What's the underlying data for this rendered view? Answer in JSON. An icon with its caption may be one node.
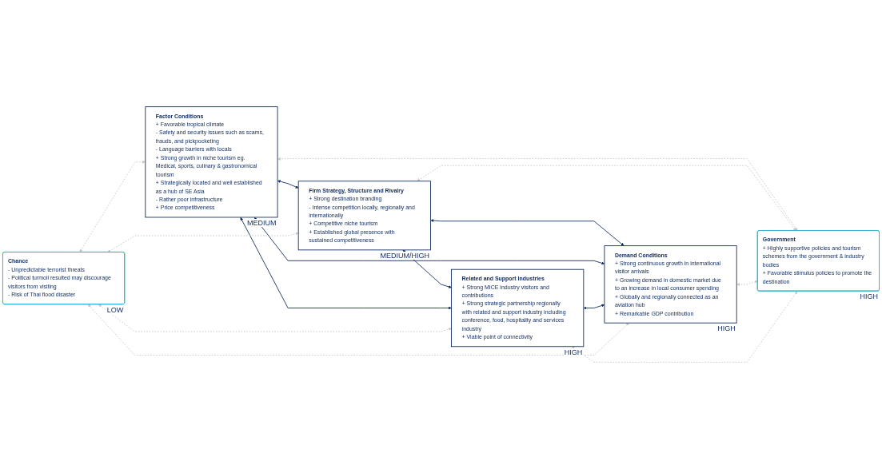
{
  "diagram": {
    "nodes": [
      {
        "text": [
          "Chance",
          "- Unpredictable terrorist threats",
          "- Political turmoil resulted may discourage visitors from visiting",
          "- Risk of Thai flood disaster"
        ],
        "beside": [
          "LOW"
        ]
      },
      {
        "text": [
          "Firm Strategy, Structure and Rivalry",
          "+ Strong destination branding",
          "- Intense competition locally, regionally and internationally",
          "+ Competitive niche tourism",
          "+ Established global presence with sustained competitiveness"
        ],
        "beside": [
          "MEDIUM/HIGH"
        ]
      },
      {
        "text": [
          "Factor Conditions",
          "+ Favorable tropical climate",
          "- Safety and security issues such as scams, frauds, and pickpocketing",
          "- Language barriers with locals",
          "+ Strong growth in niche tourism eg. Medical, sports, culinary & gastronomical tourism",
          "+ Strategically located and well established as a hub of SE Asia",
          "- Rather poor infrastructure",
          "+ Price competitiveness"
        ],
        "beside": [
          "MEDIUM"
        ]
      },
      {
        "text": [
          "Demand Conditions",
          "+ Strong continuous growth in international visitor arrivals",
          "+ Growing demand in domestic market due to an increase in local consumer spending",
          "+ Globally and regionally connected as an aviation hub",
          "+ Remarkable GDP contribution"
        ],
        "beside": [
          "HIGH"
        ]
      },
      {
        "text": [
          "Related and Support Industries",
          "+ Strong MICE industry visitors and contributions",
          "+ Strong strategic partnership regionally with related and support industry including conference, food, hospitality and services industry",
          "+ Viable point of connectivity"
        ],
        "beside": [
          "HIGH"
        ]
      },
      {
        "text": [
          "Government",
          "+ Highly supportive policies and tourism schemes from the government & industry bodies",
          "+ Favorable stimulus policies to promote the destination"
        ],
        "beside": [
          "HIGH"
        ]
      }
    ],
    "edges": [
      {
        "from": 2,
        "to": 1,
        "arrow": "both",
        "color": "#0d2a5c"
      },
      {
        "from": 1,
        "to": 3,
        "arrow": "both",
        "color": "#0d2a5c"
      },
      {
        "from": 2,
        "to": 3,
        "arrow": "both",
        "color": "#0d2a5c"
      },
      {
        "from": 1,
        "to": 4,
        "arrow": "both",
        "color": "#0d2a5c"
      },
      {
        "from": 2,
        "to": 4,
        "arrow": "both",
        "color": "#0d2a5c"
      },
      {
        "from": 4,
        "to": 3,
        "arrow": "both",
        "color": "#0d2a5c"
      },
      {
        "from": 0,
        "to": 1,
        "arrow": "both",
        "style": "dashed",
        "color": "#c8c8c8"
      },
      {
        "from": 0,
        "to": 2,
        "arrow": "both",
        "style": "dashed",
        "color": "#c8c8c8"
      },
      {
        "from": 0,
        "to": 3,
        "arrow": "both",
        "style": "dashed",
        "color": "#c8c8c8"
      },
      {
        "from": 0,
        "to": 4,
        "arrow": "both",
        "style": "dashed",
        "color": "#c8c8c8"
      },
      {
        "from": 2,
        "to": 5,
        "arrow": "both",
        "style": "dashed",
        "color": "#c8c8c8"
      },
      {
        "from": 1,
        "to": 5,
        "arrow": "both",
        "style": "dashed",
        "color": "#c8c8c8"
      },
      {
        "from": 3,
        "to": 5,
        "arrow": "both",
        "style": "dashed",
        "color": "#c8c8c8"
      },
      {
        "from": 4,
        "to": 5,
        "arrow": "both",
        "style": "dashed",
        "color": "#c8c8c8"
      }
    ]
  }
}
